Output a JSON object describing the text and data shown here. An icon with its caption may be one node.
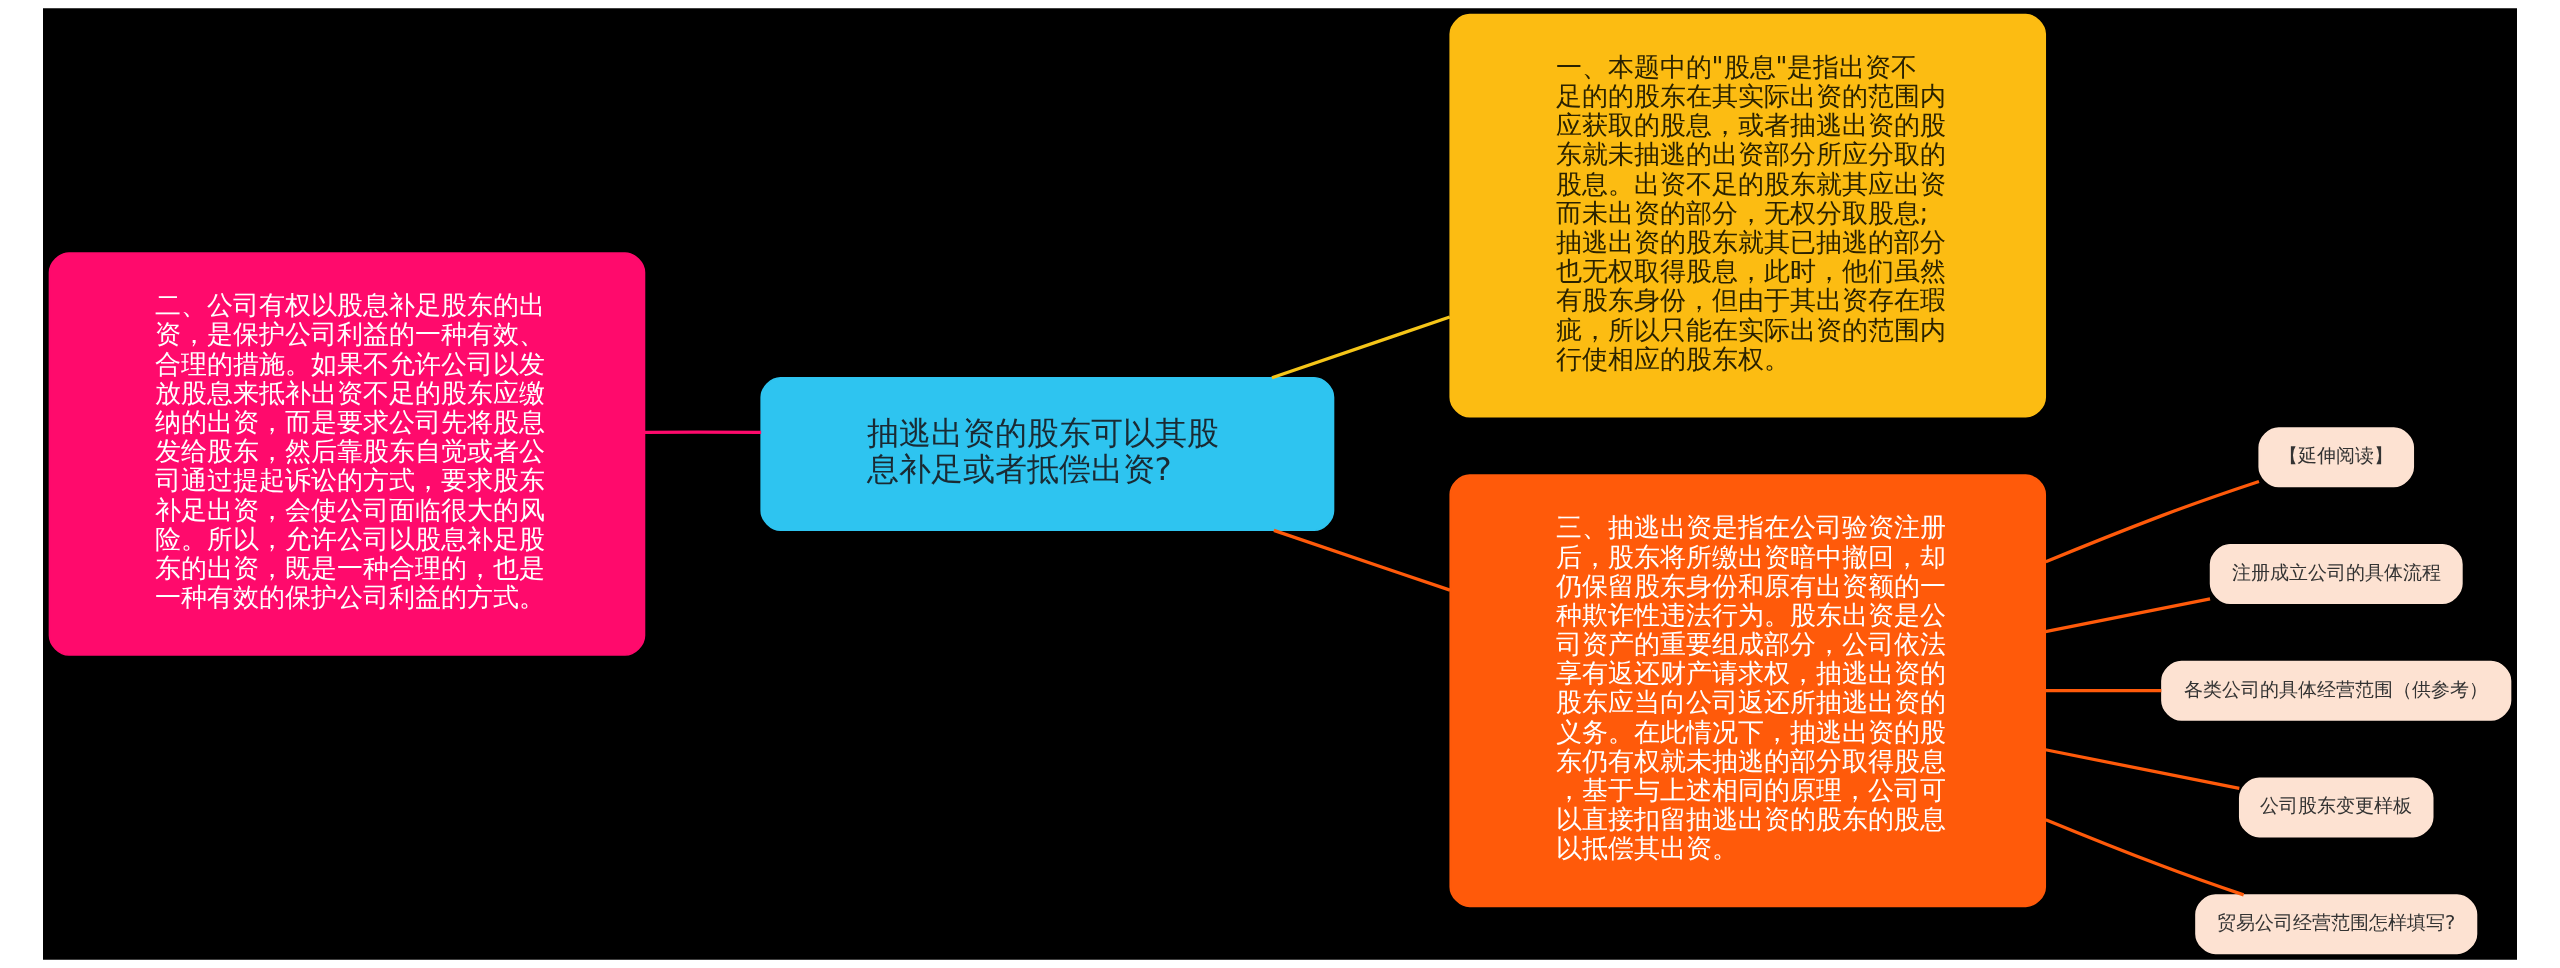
{
  "diagram": {
    "nodes": [
      {
        "text": [
          "抽逃出资的股东可以其股息补足或者抵偿出资?"
        ]
      },
      {
        "text": [
          "一、本题中的\"股息\"是指出资不足的的股东在其实际出资的范围内应获取的股息，或者抽逃出资的股东就未抽逃的出资部分所应分取的股息。出资不足的股东就其应出资而未出资的部分，无权分取股息;抽逃出资的股东就其已抽逃的部分也无权取得股息，此时，他们虽然有股东身份，但由于其出资存在瑕疵，所以只能在实际出资的范围内行使相应的股东权。"
        ]
      },
      {
        "text": [
          "二、公司有权以股息补足股东的出资，是保护公司利益的一种有效、合理的措施。如果不允许公司以发放股息来抵补出资不足的股东应缴纳的出资，而是要求公司先将股息发给股东，然后靠股东自觉或者公司通过提起诉讼的方式，要求股东补足出资，会使公司面临很大的风险。所以，允许公司以股息补足股东的出资，既是一种合理的，也是一种有效的保护公司利益的方式。"
        ]
      },
      {
        "text": [
          "三、抽逃出资是指在公司验资注册后，股东将所缴出资暗中撤回，却仍保留股东身份和原有出资额的一种欺诈性违法行为。股东出资是公司资产的重要组成部分，公司依法享有返还财产请求权，抽逃出资的股东应当向公司返还所抽逃出资的义务。在此情况下，抽逃出资的股东仍有权就未抽逃的部分取得股息，基于与上述相同的原理，公司可以直接扣留抽逃出资的股东的股息以抵偿其出资。"
        ]
      },
      {
        "text": [
          "【延伸阅读】"
        ]
      },
      {
        "text": [
          "注册成立公司的具体流程"
        ]
      },
      {
        "text": [
          "各类公司的具体经营范围（供参考）"
        ]
      },
      {
        "text": [
          "公司股东变更样板"
        ]
      },
      {
        "text": [
          "贸易公司经营范围怎样填写?"
        ]
      }
    ],
    "edges": [
      {
        "from": 0,
        "to": 1,
        "arrow": "none",
        "color": "#f5c518"
      },
      {
        "from": 0,
        "to": 2,
        "arrow": "none",
        "color": "#ff0a6c"
      },
      {
        "from": 0,
        "to": 3,
        "arrow": "none"
      },
      {
        "from": 3,
        "to": 4,
        "arrow": "none"
      },
      {
        "from": 3,
        "to": 5,
        "arrow": "none"
      },
      {
        "from": 3,
        "to": 6,
        "arrow": "none"
      },
      {
        "from": 3,
        "to": 7,
        "arrow": "none"
      },
      {
        "from": 3,
        "to": 8,
        "arrow": "none"
      }
    ]
  }
}
